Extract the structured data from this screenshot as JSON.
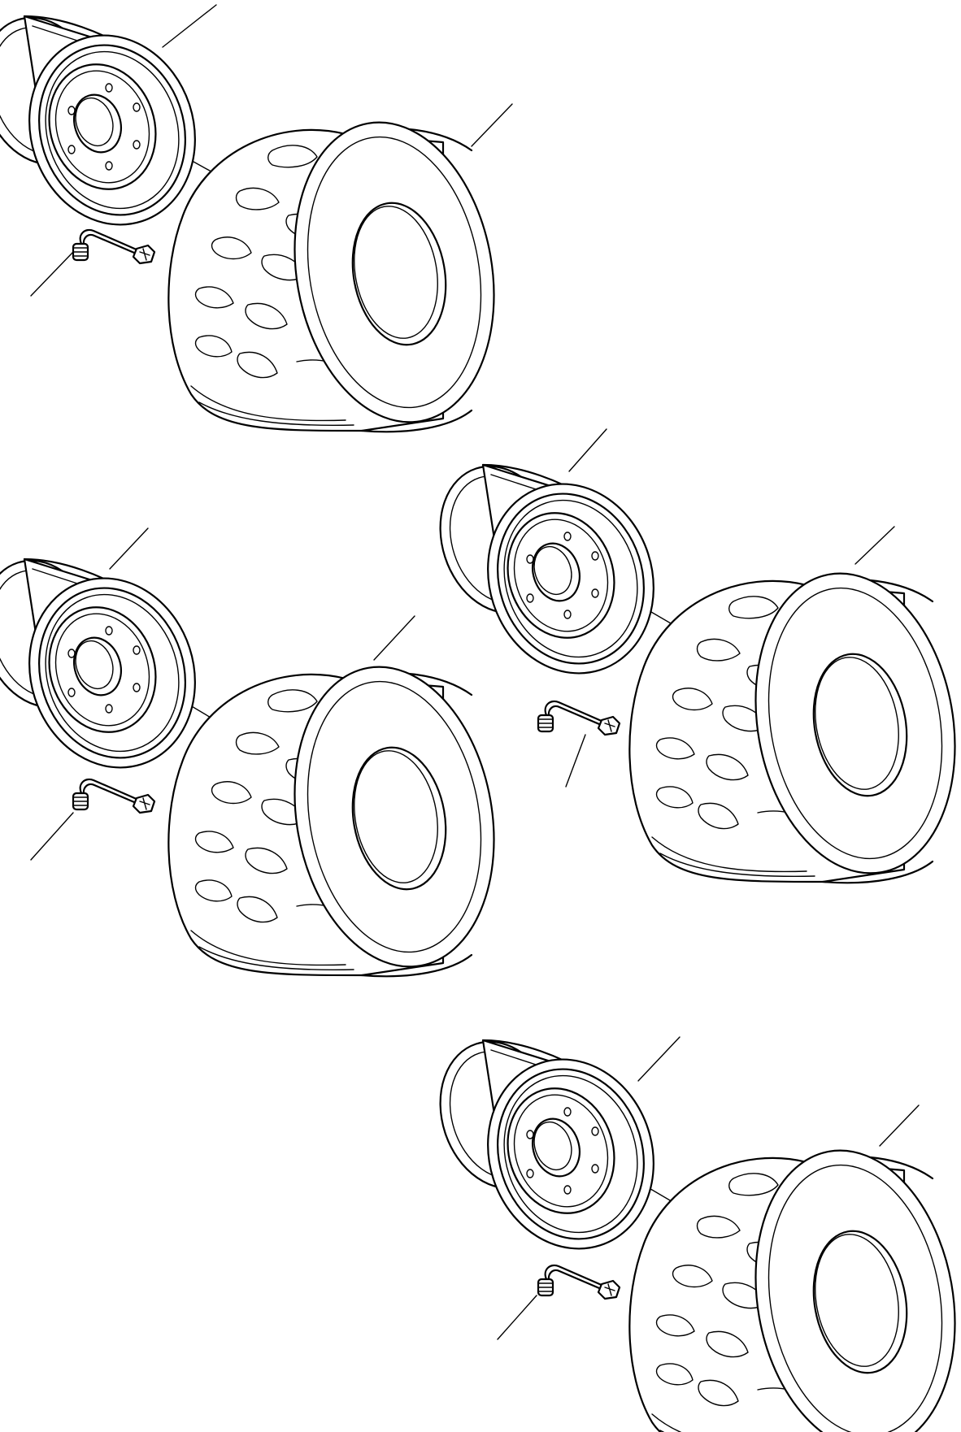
{
  "diagram": {
    "type": "exploded-parts-view",
    "background": "#ffffff",
    "line_color": "#000000",
    "assemblies": [
      {
        "id": "assembly-1",
        "parts": [
          "wheel-rim",
          "tire",
          "tire-valve"
        ]
      },
      {
        "id": "assembly-2",
        "parts": [
          "wheel-rim",
          "tire",
          "tire-valve"
        ]
      },
      {
        "id": "assembly-3",
        "parts": [
          "wheel-rim",
          "tire",
          "tire-valve"
        ]
      },
      {
        "id": "assembly-4",
        "parts": [
          "wheel-rim",
          "tire",
          "tire-valve"
        ]
      }
    ]
  }
}
